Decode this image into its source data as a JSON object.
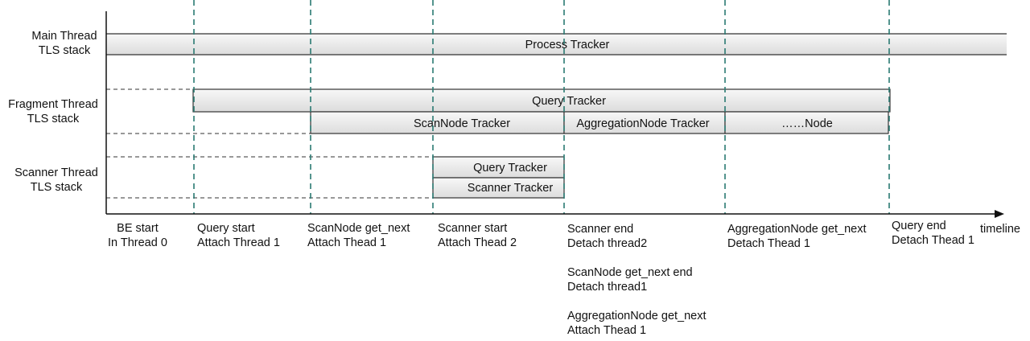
{
  "lanes": [
    {
      "line1": "Main Thread",
      "line2": "TLS stack"
    },
    {
      "line1": "Fragment Thread",
      "line2": "TLS stack"
    },
    {
      "line1": "Scanner Thread",
      "line2": "TLS stack"
    }
  ],
  "trackers": {
    "process": "Process Tracker",
    "query_fragment": "Query Tracker",
    "scannode": "ScanNode Tracker",
    "aggregationnode": "AggregationNode Tracker",
    "node": "……Node",
    "query_scanner": "Query Tracker",
    "scanner": "Scanner Tracker"
  },
  "axis_label": "timeline",
  "events": [
    {
      "line1": "BE start",
      "line2": "In Thread 0"
    },
    {
      "line1": "Query start",
      "line2": "Attach Thread 1"
    },
    {
      "line1": "ScanNode get_next",
      "line2": "Attach Thead 1"
    },
    {
      "line1": "Scanner start",
      "line2": "Attach Thead 2"
    },
    {
      "line1": "Scanner end",
      "line2": "Detach  thread2",
      "line3": "ScanNode get_next end",
      "line4": "Detach  thread1",
      "line5": "AggregationNode get_next",
      "line6": "Attach Thead 1"
    },
    {
      "line1": "AggregationNode get_next",
      "line2": "Detach Thead 1"
    },
    {
      "line1": "Query end",
      "line2": "Detach Thead 1"
    }
  ],
  "colors": {
    "marker": "#2a7a72",
    "bar_fill_top": "#f8f8f8",
    "bar_fill_bottom": "#dcdcdc"
  }
}
